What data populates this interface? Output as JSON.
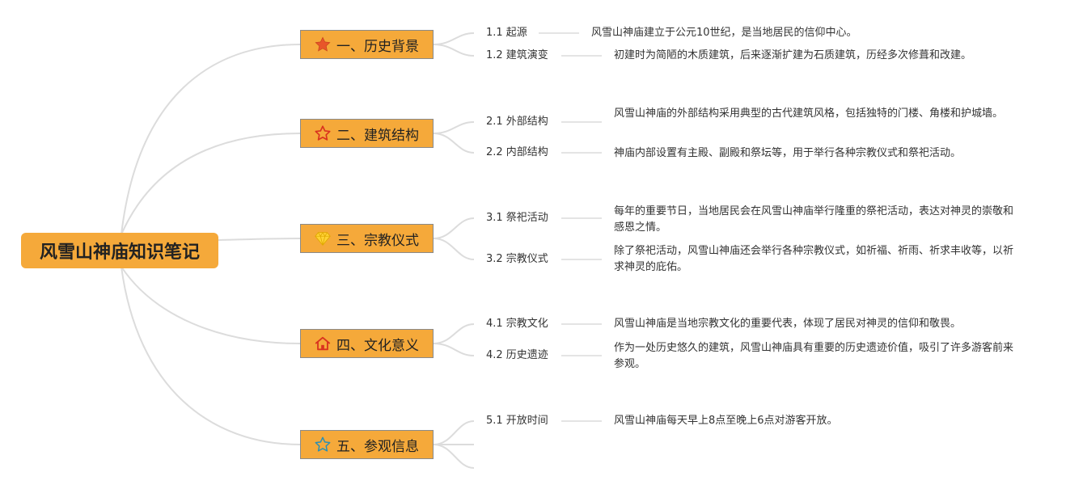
{
  "root": {
    "title": "风雪山神庙知识笔记"
  },
  "topics": [
    {
      "label": "一、历史背景",
      "icon": "star-filled-icon",
      "subs": [
        {
          "label": "1.1 起源",
          "detail": "风雪山神庙建立于公元10世纪，是当地居民的信仰中心。"
        },
        {
          "label": "1.2 建筑演变",
          "detail": "初建时为简陋的木质建筑，后来逐渐扩建为石质建筑，历经多次修葺和改建。"
        }
      ]
    },
    {
      "label": "二、建筑结构",
      "icon": "star-outline-icon",
      "subs": [
        {
          "label": "2.1 外部结构",
          "detail": "风雪山神庙的外部结构采用典型的古代建筑风格，包括独特的门楼、角楼和护城墙。"
        },
        {
          "label": "2.2 内部结构",
          "detail": "神庙内部设置有主殿、副殿和祭坛等，用于举行各种宗教仪式和祭祀活动。"
        }
      ]
    },
    {
      "label": "三、宗教仪式",
      "icon": "gem-icon",
      "subs": [
        {
          "label": "3.1 祭祀活动",
          "detail": "每年的重要节日，当地居民会在风雪山神庙举行隆重的祭祀活动，表达对神灵的崇敬和感恩之情。"
        },
        {
          "label": "3.2 宗教仪式",
          "detail": "除了祭祀活动，风雪山神庙还会举行各种宗教仪式，如祈福、祈雨、祈求丰收等，以祈求神灵的庇佑。"
        }
      ]
    },
    {
      "label": "四、文化意义",
      "icon": "house-icon",
      "subs": [
        {
          "label": "4.1 宗教文化",
          "detail": "风雪山神庙是当地宗教文化的重要代表，体现了居民对神灵的信仰和敬畏。"
        },
        {
          "label": "4.2 历史遗迹",
          "detail": "作为一处历史悠久的建筑，风雪山神庙具有重要的历史遗迹价值，吸引了许多游客前来参观。"
        }
      ]
    },
    {
      "label": "五、参观信息",
      "icon": "star-outline-blue-icon",
      "subs": [
        {
          "label": "5.1 开放时间",
          "detail": "风雪山神庙每天早上8点至晚上6点对游客开放。"
        }
      ]
    }
  ],
  "colors": {
    "node_fill": "#f5a93a",
    "link": "#d9d9d9",
    "text": "#333333"
  }
}
